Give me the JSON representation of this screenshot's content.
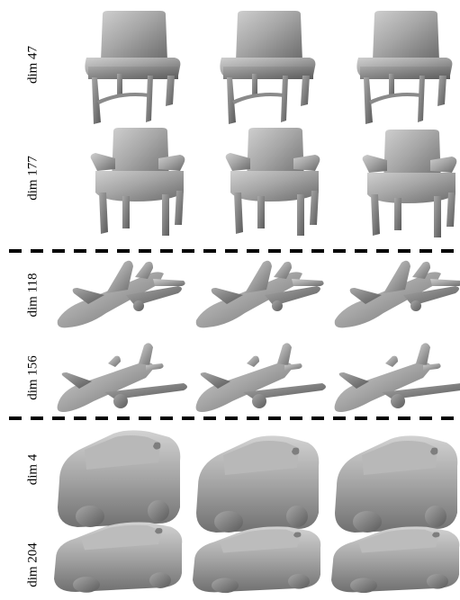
{
  "figure": {
    "groups": [
      {
        "category": "chair",
        "rows": [
          {
            "label": "dim 47"
          },
          {
            "label": "dim 177"
          }
        ]
      },
      {
        "category": "airplane",
        "rows": [
          {
            "label": "dim 118"
          },
          {
            "label": "dim 156"
          }
        ]
      },
      {
        "category": "car",
        "rows": [
          {
            "label": "dim 4"
          },
          {
            "label": "dim 204"
          }
        ]
      }
    ],
    "columns": 3,
    "colors": {
      "shape_fill": "#9a9a9a",
      "shape_highlight": "#c8c8c8",
      "shape_shadow": "#5e5e5e",
      "divider": "#000000"
    }
  }
}
